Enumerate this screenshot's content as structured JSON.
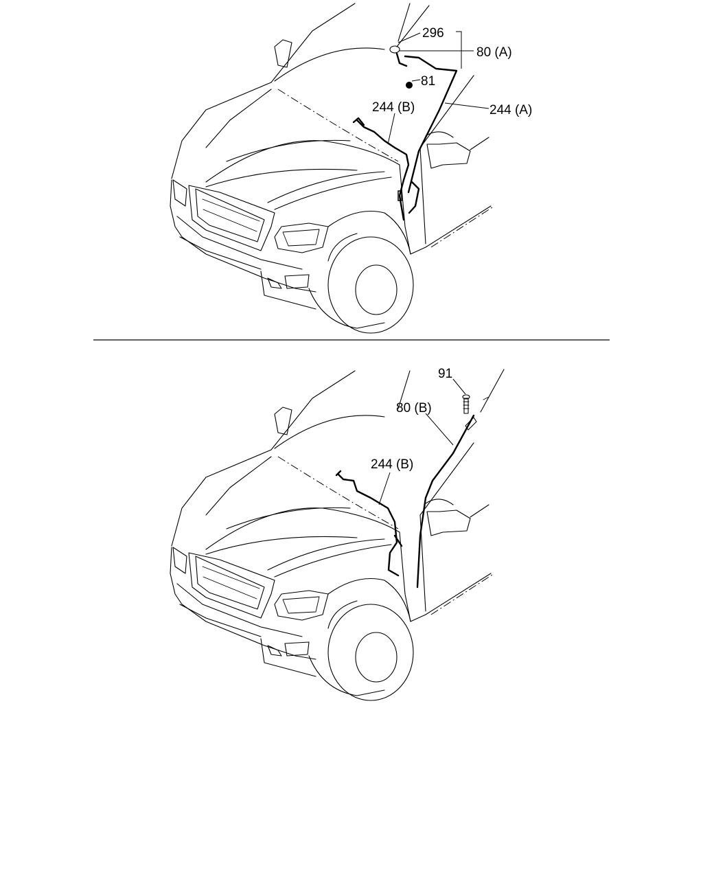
{
  "diagram_top": {
    "labels": {
      "part_296": "296",
      "part_80a": "80 (A)",
      "part_81": "81",
      "part_244b": "244 (B)",
      "part_244a": "244 (A)"
    }
  },
  "diagram_bottom": {
    "labels": {
      "part_91": "91",
      "part_80b": "80 (B)",
      "part_244b": "244 (B)"
    }
  }
}
